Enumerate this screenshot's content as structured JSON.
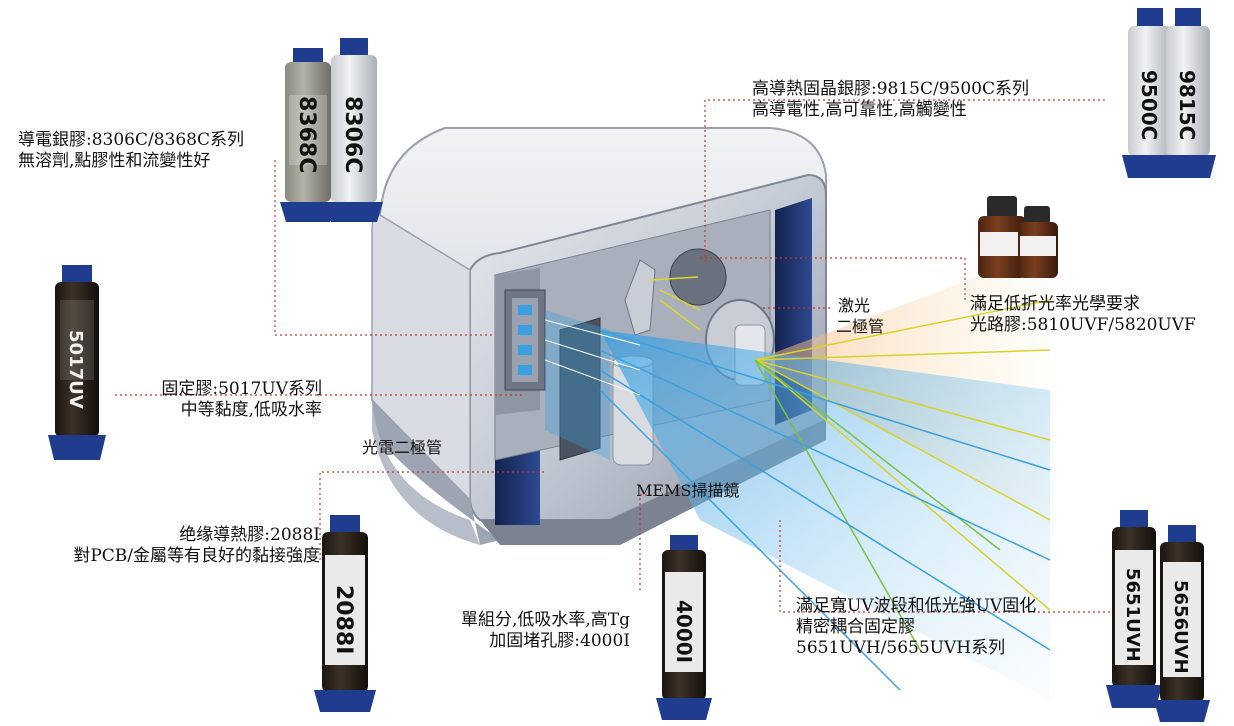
{
  "colors": {
    "leader": "#c0392b",
    "housing": "#cdd3dc",
    "housing_dark": "#8d95a3",
    "panel": "#1d2f63",
    "beam_blue": "#3aa0e0",
    "beam_yellow": "#d8d22a",
    "beam_green": "#7bc043"
  },
  "callouts": {
    "silver_paste": {
      "line1": "導電銀膠:8306C/8368C系列",
      "line2": "無溶劑,點膠性和流變性好"
    },
    "die_attach": {
      "line1": "高導熱固晶銀膠:9815C/9500C系列",
      "line2": "高導電性,高可靠性,高觸變性"
    },
    "optical": {
      "line1": "滿足低折光率光學要求",
      "line2": "光路膠:5810UVF/5820UVF"
    },
    "fixing": {
      "line1": "固定膠:5017UV系列",
      "line2": "中等黏度,低吸水率"
    },
    "insulating": {
      "line1": "绝缘導熱膠:2088I",
      "line2": "對PCB/金屬等有良好的黏接強度"
    },
    "reinforce": {
      "line1": "單組分,低吸水率,高Tg",
      "line2": "加固堵孔膠:4000I"
    },
    "coupling": {
      "line1": "滿足寬UV波段和低光強UV固化",
      "line2": "精密耦合固定膠",
      "line3": "5651UVH/5655UVH系列"
    }
  },
  "component_labels": {
    "laser_line1": "激光",
    "laser_line2": "二極管",
    "photodiode": "光電二極管",
    "mems": "MEMS掃描鏡"
  },
  "products": {
    "p8368c": "8368C",
    "p8306c": "8306C",
    "p9500c": "9500C",
    "p9815c": "9815C",
    "p5017uv": "5017UV",
    "p2088i": "2088I",
    "p4000i": "4000I",
    "p5651uvh": "5651UVH",
    "p5656uvh": "5656UVH"
  }
}
